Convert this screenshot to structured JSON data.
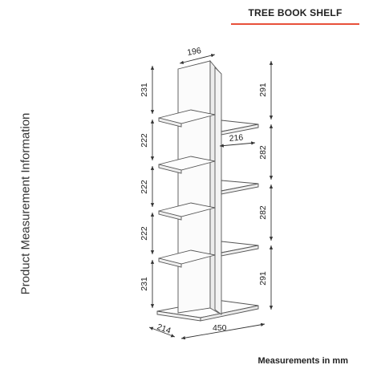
{
  "header": {
    "title": "TREE BOOK SHELF",
    "accent_color": "#e8503a"
  },
  "side_label": "Product Measurement Information",
  "footer": "Measurements in mm",
  "dimensions": {
    "top_width": "196",
    "left_heights": [
      "231",
      "222",
      "222",
      "222",
      "231"
    ],
    "right_heights": [
      "291",
      "282",
      "282",
      "291"
    ],
    "shelf_width": "216",
    "base_depth": "214",
    "base_width": "450"
  }
}
